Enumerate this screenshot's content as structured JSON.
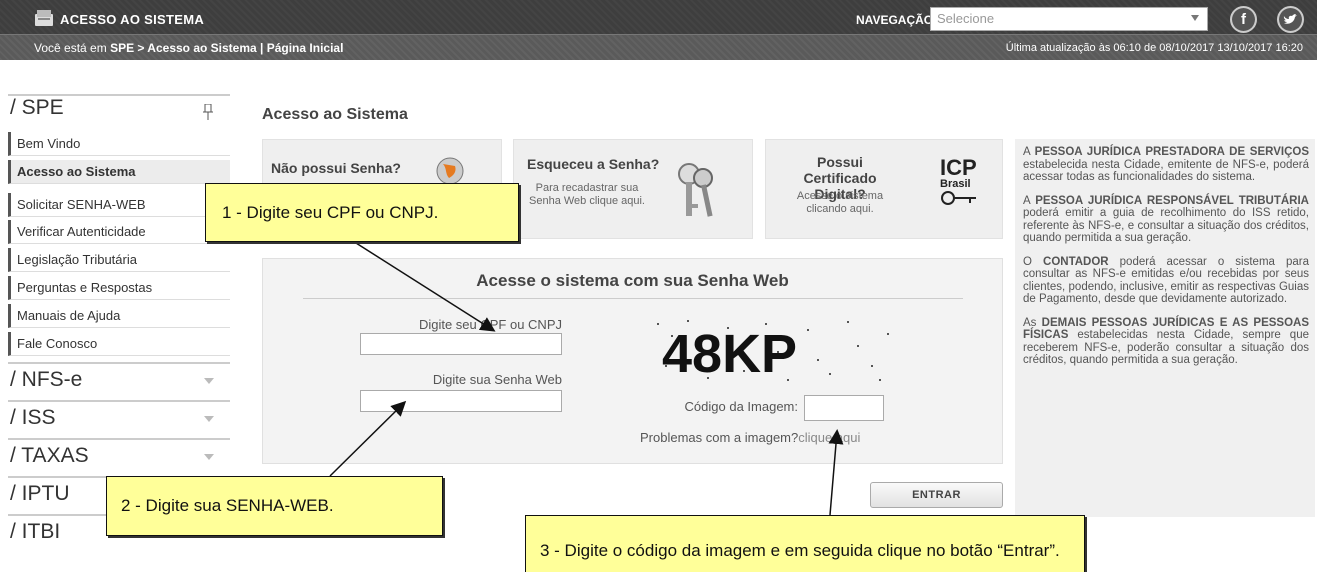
{
  "topbar": {
    "title": "ACESSO AO SISTEMA",
    "quick_nav_label": "NAVEGAÇÃO RÁPIDA",
    "quick_nav_value": "Selecione",
    "facebook": "f",
    "twitter": "t"
  },
  "breadcrumb": {
    "prefix": "Você está em",
    "path": "SPE > Acesso ao Sistema | Página Inicial",
    "updated": "Última atualização às 06:10 de 08/10/2017 13/10/2017 16:20"
  },
  "sidebar": {
    "spe_title": "/ SPE",
    "items": [
      {
        "label": "Bem Vindo"
      },
      {
        "label": "Acesso ao Sistema"
      },
      {
        "label": "Solicitar SENHA-WEB"
      },
      {
        "label": "Verificar Autenticidade"
      },
      {
        "label": "Legislação Tributária"
      },
      {
        "label": "Perguntas e Respostas"
      },
      {
        "label": "Manuais de Ajuda"
      },
      {
        "label": "Fale Conosco"
      }
    ],
    "sections": [
      {
        "label": "/ NFS-e"
      },
      {
        "label": "/ ISS"
      },
      {
        "label": "/ TAXAS"
      },
      {
        "label": "/ IPTU"
      },
      {
        "label": "/ ITBI"
      }
    ]
  },
  "main": {
    "title": "Acesso ao Sistema",
    "card_no_password": {
      "title": "Não possui Senha?"
    },
    "card_forgot": {
      "title": "Esqueceu a Senha?",
      "text1": "Para recadastrar sua",
      "text2": "Senha Web clique aqui."
    },
    "card_cert": {
      "title1": "Possui Certificado",
      "title2": "Digital?",
      "text1": "Acesse o sistema",
      "text2": "clicando aqui.",
      "logo_top": "ICP",
      "logo_bottom": "Brasil"
    },
    "login": {
      "title": "Acesse o sistema com sua Senha Web",
      "cpf_label": "Digite seu CPF ou CNPJ",
      "password_label": "Digite sua Senha Web",
      "captcha_text": "48KP",
      "captcha_label": "Código da Imagem:",
      "problem_text": "Problemas com a imagem?",
      "problem_link": "clique aqui"
    },
    "enter_button": "ENTRAR"
  },
  "info": {
    "p1_a": "A ",
    "p1_b": "PESSOA JURÍDICA PRESTADORA DE SERVIÇOS",
    "p1_c": " estabelecida nesta Cidade, emitente de NFS-e, poderá acessar todas as funcionalidades do sistema.",
    "p2_a": "A ",
    "p2_b": "PESSOA JURÍDICA RESPONSÁVEL TRIBUTÁRIA",
    "p2_c": " poderá emitir a guia de recolhimento do ISS retido, referente às NFS-e, e consultar a situação dos créditos, quando permitida a sua geração.",
    "p3_a": "O ",
    "p3_b": "CONTADOR",
    "p3_c": " poderá acessar o sistema para consultar as NFS-e emitidas e/ou recebidas por seus clientes, podendo, inclusive, emitir as respectivas Guias de Pagamento, desde que devidamente autorizado.",
    "p4_a": "As ",
    "p4_b": "DEMAIS PESSOAS JURÍDICAS E AS PESSOAS FÍSICAS",
    "p4_c": " estabelecidas nesta Cidade, sempre que receberem NFS-e, poderão consultar a situação dos créditos, quando permitida a sua geração."
  },
  "callouts": {
    "step1": "1 - Digite seu CPF ou CNPJ.",
    "step2": "2 - Digite sua SENHA-WEB.",
    "step3": "3 - Digite o código da imagem e em seguida clique no botão “Entrar”."
  }
}
